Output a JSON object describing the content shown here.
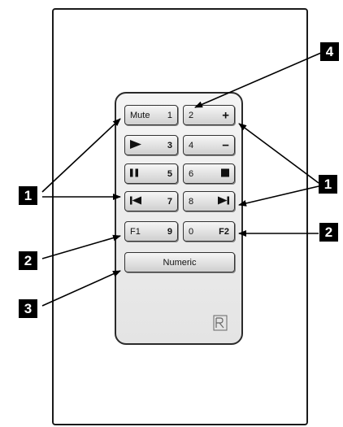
{
  "keys": {
    "mute": {
      "left": "Mute",
      "right": "1"
    },
    "two_plus": {
      "left": "2",
      "right": "+"
    },
    "play": {
      "right": "3"
    },
    "four_minus": {
      "left": "4",
      "right": "−"
    },
    "pause": {
      "right": "5"
    },
    "six_stop": {
      "left": "6"
    },
    "prev": {
      "right": "7"
    },
    "eight_next": {
      "left": "8"
    },
    "f1": {
      "left": "F1",
      "right": "9"
    },
    "zero_f2": {
      "left": "0",
      "right": "F2"
    },
    "numeric": {
      "label": "Numeric"
    }
  },
  "icons": {
    "play": "play-icon",
    "pause": "pause-icon",
    "stop": "stop-icon",
    "prev": "skip-back-icon",
    "next": "skip-forward-icon",
    "logo": "brand-logo-icon"
  },
  "callouts": {
    "top_right": "4",
    "left_upper": "1",
    "left_middle": "2",
    "left_lower": "3",
    "right_upper": "1",
    "right_lower": "2"
  }
}
